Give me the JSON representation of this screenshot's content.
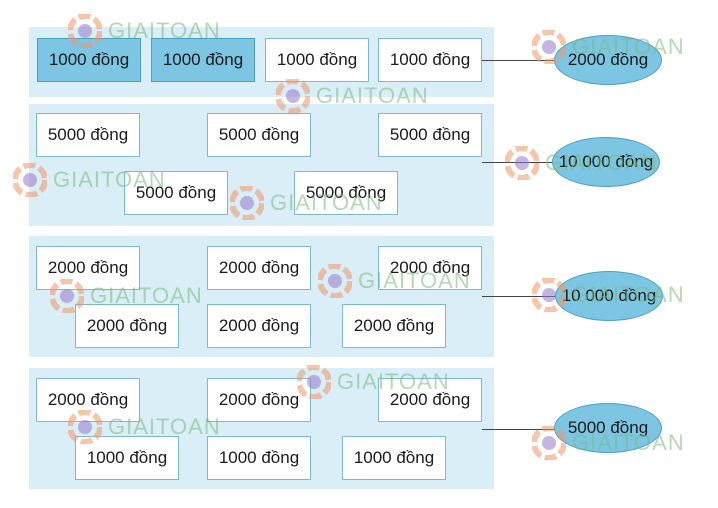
{
  "colors": {
    "panel": "#d9eef7",
    "note_blue": "#7cc6e4",
    "ellipse": "#7cc6e4"
  },
  "watermark": "GIAITOAN",
  "rows": [
    {
      "notes": [
        "1000 đồng",
        "1000 đồng",
        "1000 đồng",
        "1000 đồng"
      ],
      "total": "2000 đồng"
    },
    {
      "notes": [
        "5000 đồng",
        "5000 đồng",
        "5000 đồng",
        "5000 đồng",
        "5000 đồng"
      ],
      "total": "10 000 đồng"
    },
    {
      "notes": [
        "2000 đồng",
        "2000 đồng",
        "2000 đồng",
        "2000 đồng",
        "2000 đồng",
        "2000 đồng"
      ],
      "total": "10 000 đồng"
    },
    {
      "notes": [
        "2000 đồng",
        "2000 đồng",
        "2000 đồng",
        "1000 đồng",
        "1000 đồng",
        "1000 đồng"
      ],
      "total": "5000 đồng"
    }
  ]
}
